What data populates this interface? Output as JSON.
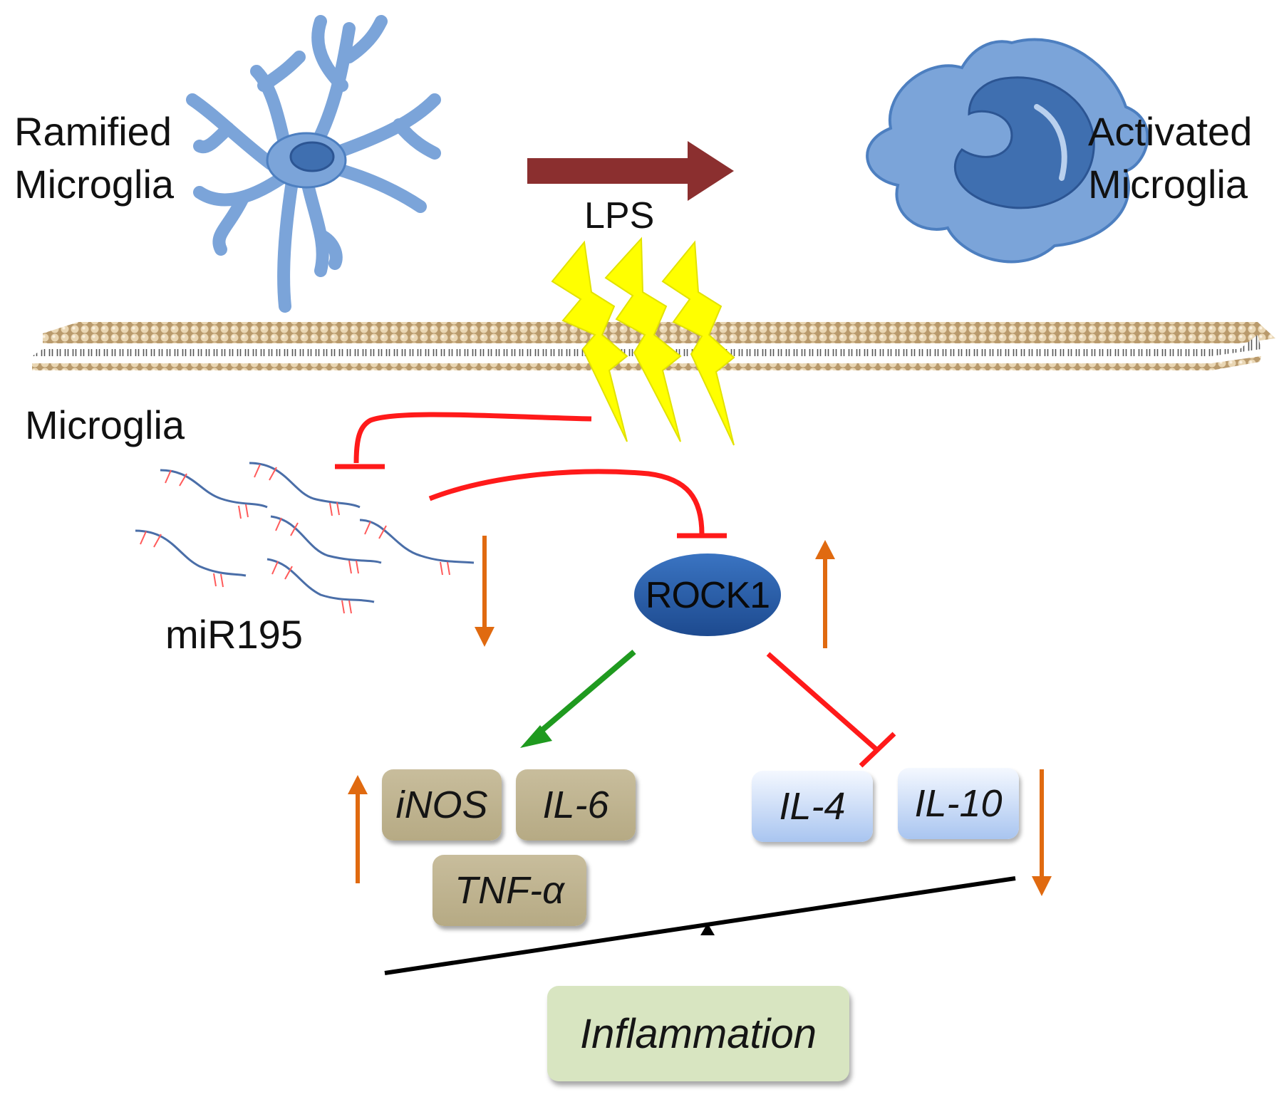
{
  "cells": {
    "ramified_label": [
      "Ramified",
      "Microglia"
    ],
    "activated_label": [
      "Activated",
      "Microglia"
    ]
  },
  "stimulus": "LPS",
  "membrane_label": "Microglia",
  "mirna_label": "miR195",
  "kinase_label": "ROCK1",
  "pro_inflammatory": [
    "iNOS",
    "IL-6",
    "TNF-α"
  ],
  "anti_inflammatory": [
    "IL-4",
    "IL-10"
  ],
  "outcome_label": "Inflammation",
  "colors": {
    "inhibition": "#ff1a1a",
    "activation": "#1f9a1f",
    "trend_arrow": "#e06a10",
    "lps_arrow": "#8b2f2f",
    "lightning": "#ffff00",
    "cell_fill": "#7ba4d9",
    "rock1_fill": "#2a5ea8"
  }
}
